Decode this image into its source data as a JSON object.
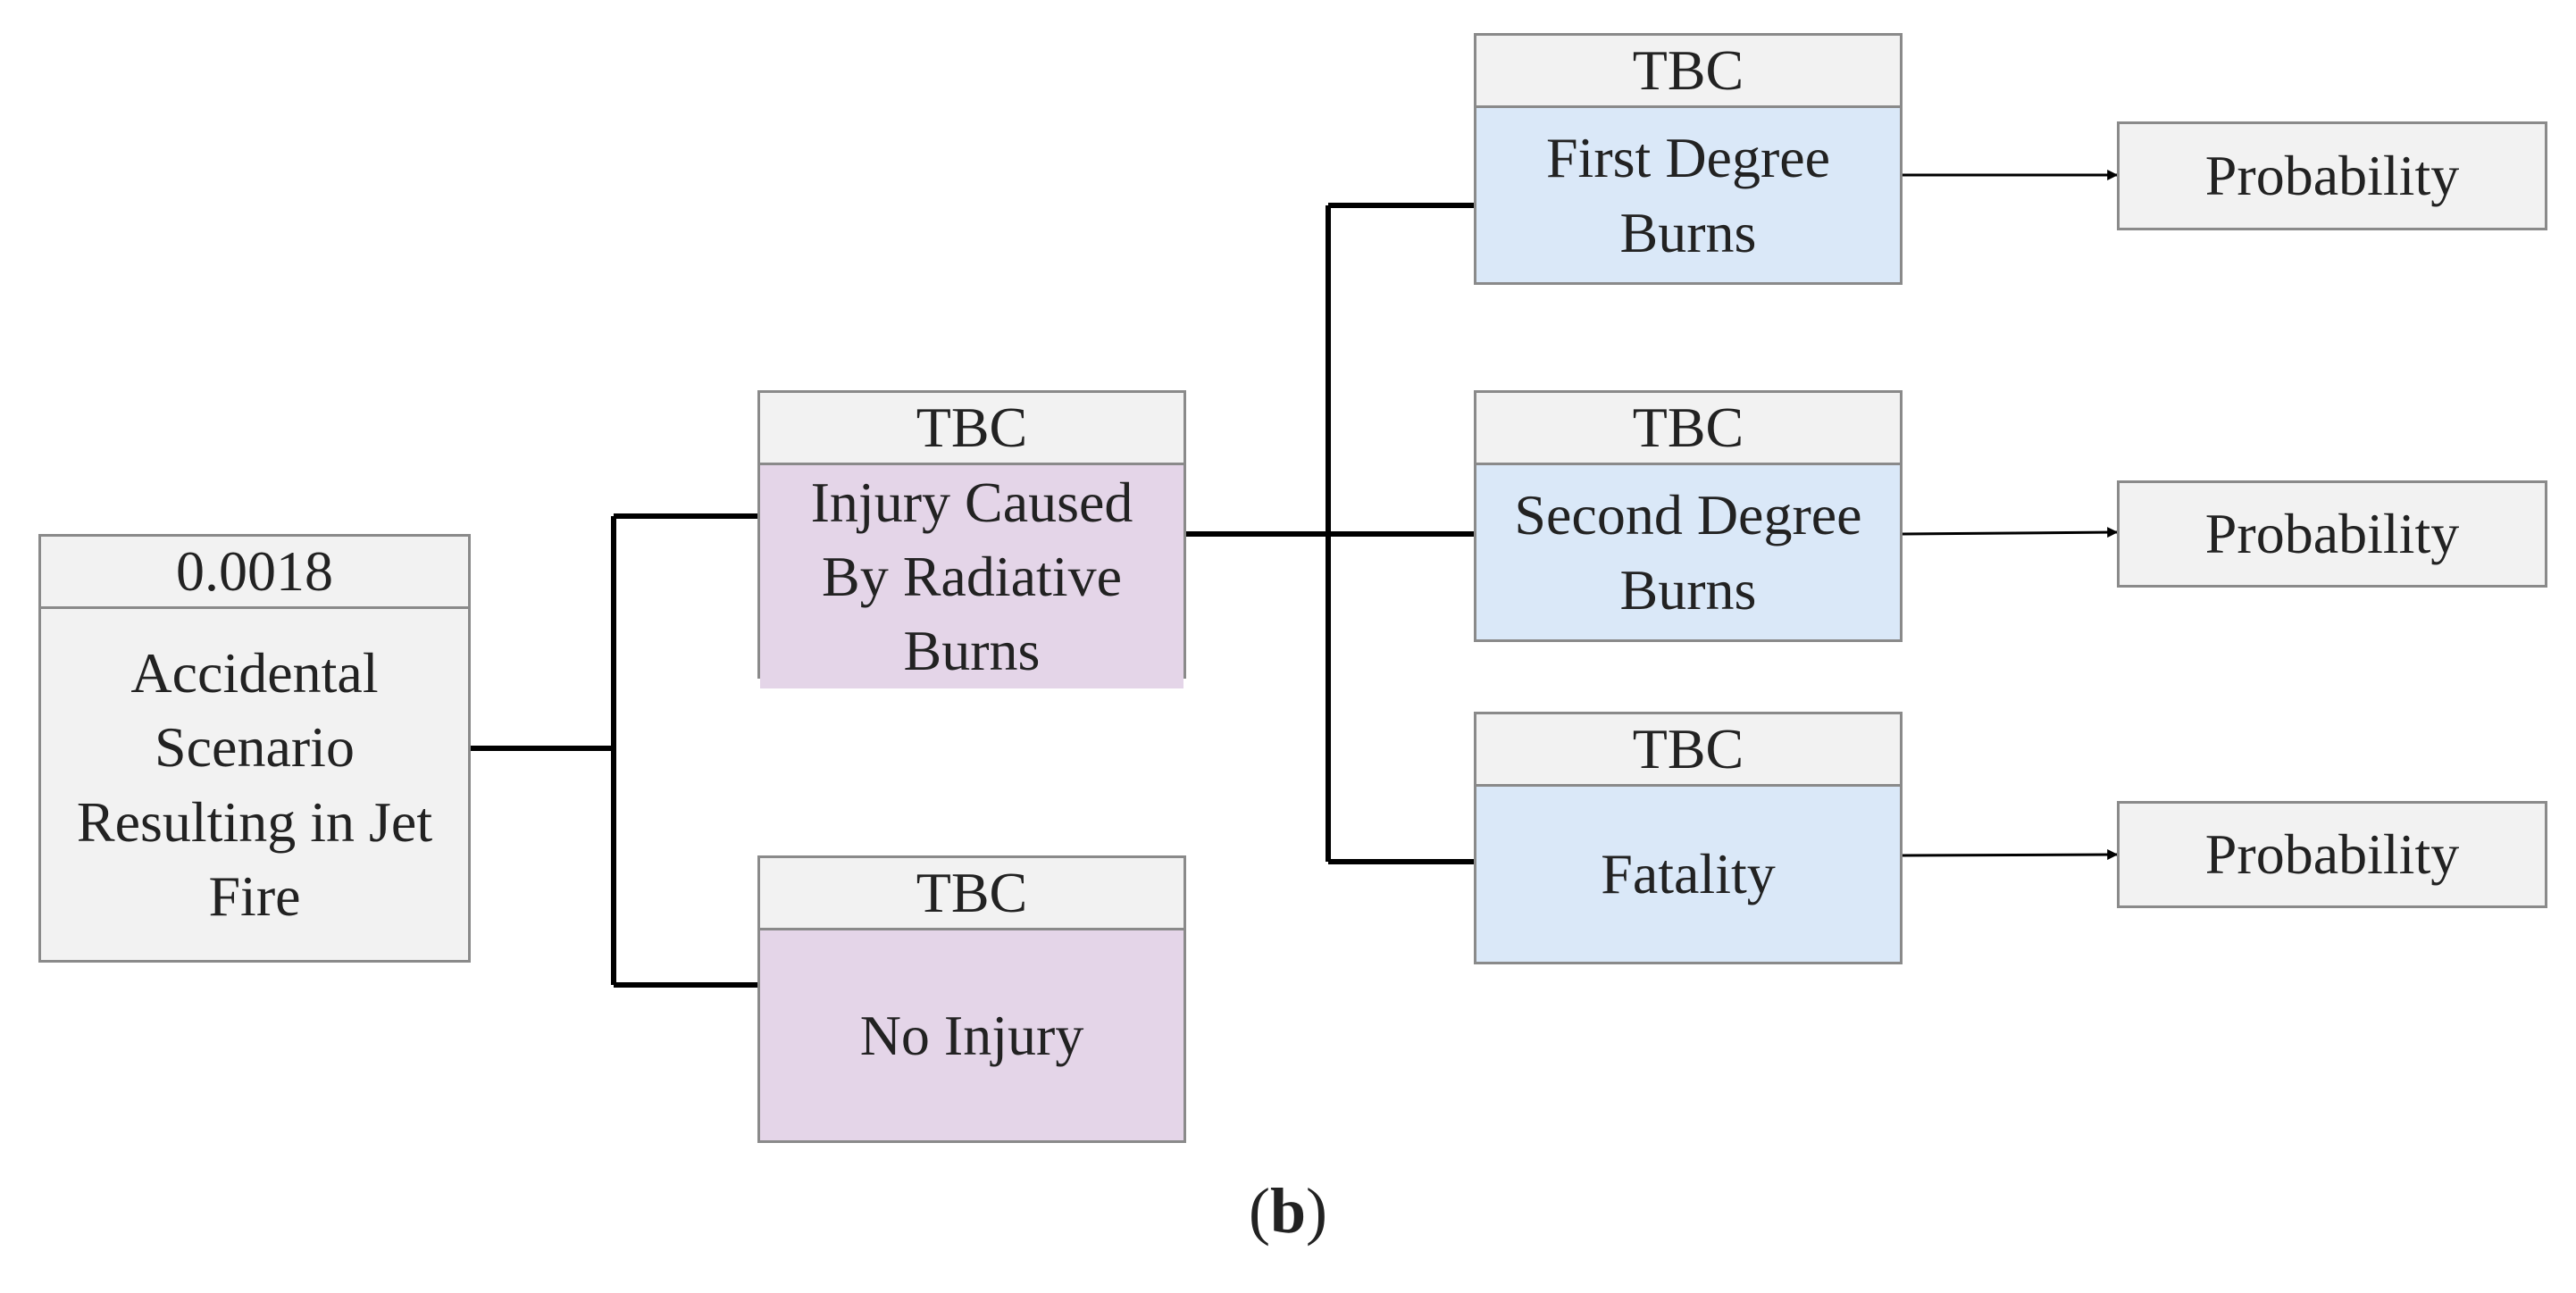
{
  "root": {
    "value": "0.0018",
    "label": "Accidental\nScenario\nResulting in Jet\nFire"
  },
  "branch_injury": {
    "value": "TBC",
    "label": "Injury Caused\nBy Radiative\nBurns"
  },
  "branch_no_injury": {
    "value": "TBC",
    "label": "No Injury"
  },
  "outcome_first": {
    "value": "TBC",
    "label": "First Degree\nBurns"
  },
  "outcome_second": {
    "value": "TBC",
    "label": "Second Degree\nBurns"
  },
  "outcome_fatality": {
    "value": "TBC",
    "label": "Fatality"
  },
  "result_first": {
    "label": "Probability"
  },
  "result_second": {
    "label": "Probability"
  },
  "result_fatality": {
    "label": "Probability"
  },
  "caption": {
    "open": "(",
    "letter": "b",
    "close": ")"
  },
  "colors": {
    "gray_fill": "#f2f2f2",
    "purple_fill": "#e4d5e8",
    "blue_fill": "#dae8f8",
    "border": "#8a8a8a",
    "line": "#000000"
  }
}
